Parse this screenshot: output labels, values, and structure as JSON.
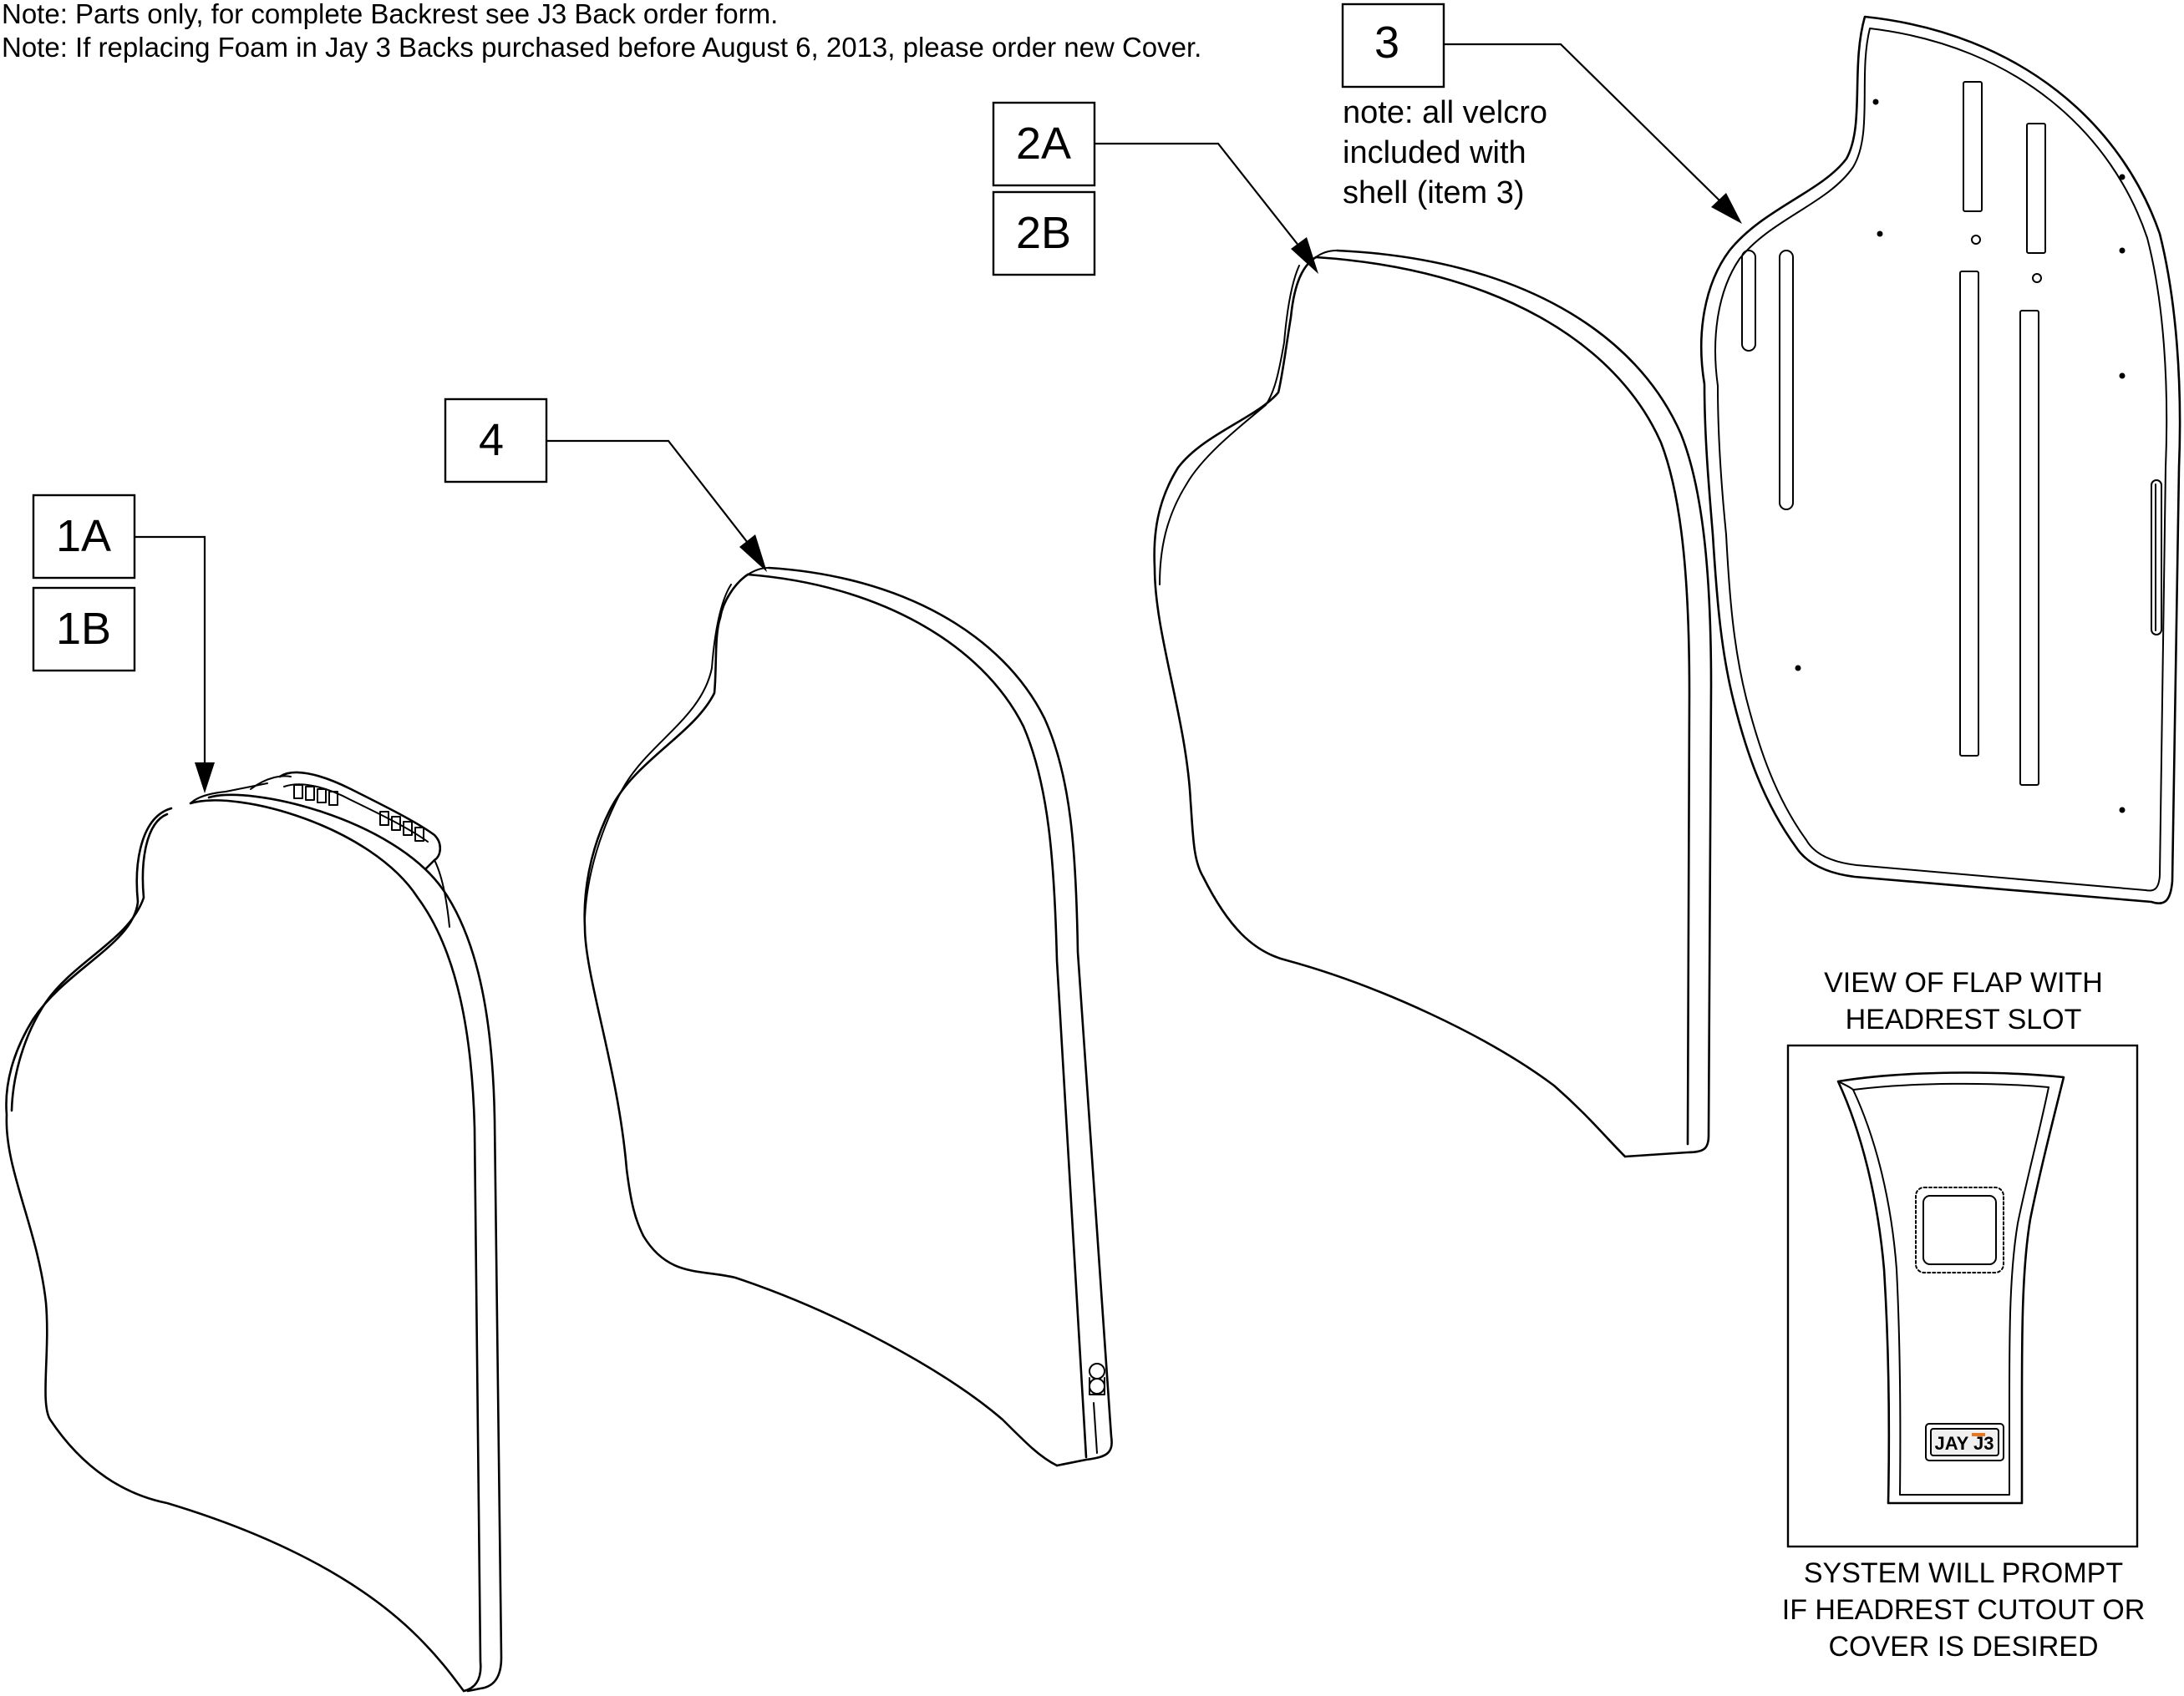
{
  "notes": [
    "Note: Parts only, for complete Backrest see J3 Back order form.",
    "Note: If replacing Foam in Jay 3 Backs purchased before August 6, 2013, please order new Cover."
  ],
  "labels": {
    "item_1a": "1A",
    "item_1b": "1B",
    "item_2a": "2A",
    "item_2b": "2B",
    "item_3": "3",
    "item_4": "4"
  },
  "shell_note": [
    "note: all velcro",
    "included with",
    "shell (item 3)"
  ],
  "flap_caption": [
    "VIEW OF FLAP WITH",
    "HEADREST SLOT"
  ],
  "prompt_caption": [
    "SYSTEM WILL PROMPT",
    "IF HEADREST CUTOUT OR",
    "COVER IS DESIRED"
  ],
  "logo_text": "JAY J3"
}
